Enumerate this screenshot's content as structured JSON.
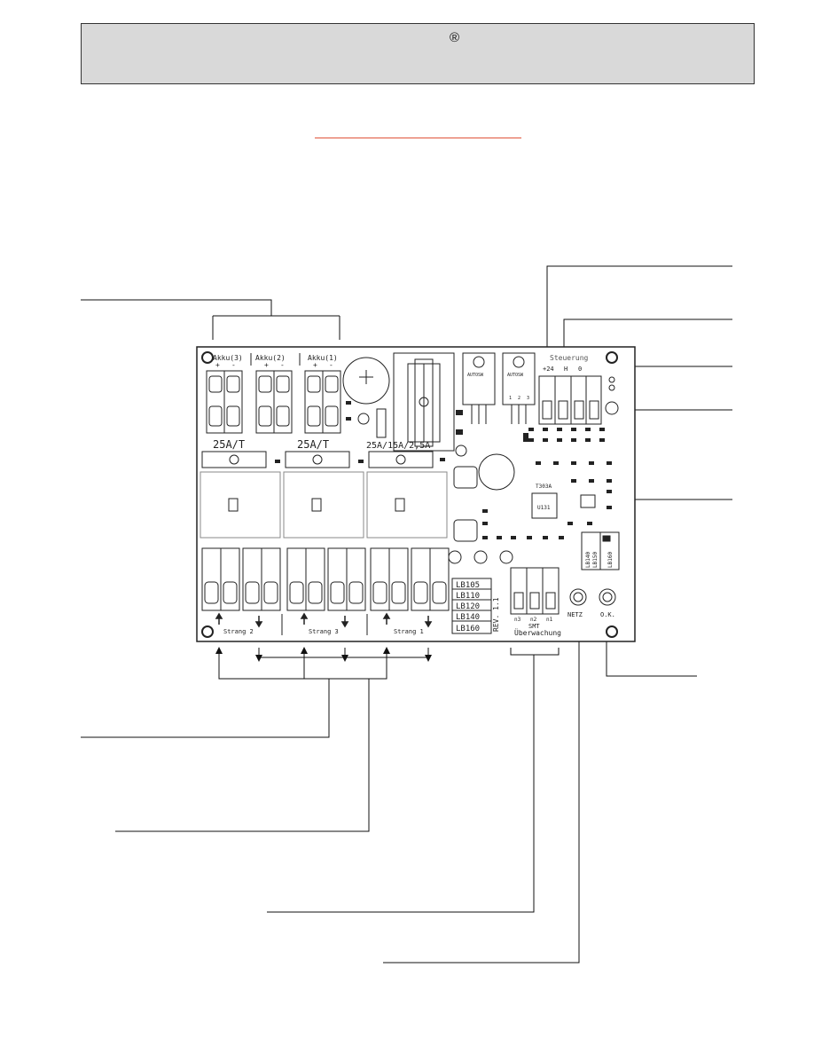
{
  "header": {
    "mark": "®"
  },
  "board": {
    "battery_labels": [
      "Akku(3)",
      "Akku(2)",
      "Akku(1)"
    ],
    "polarity_plus": "+",
    "polarity_minus": "-",
    "fuse_labels": [
      "25A/T",
      "25A/T",
      "25A/15A/2,5A"
    ],
    "steuerung_label": "Steuerung",
    "steuerung_pins": [
      "+24",
      "H",
      "0"
    ],
    "transistor_label": "AUTOSW",
    "transistor_pins": [
      "1",
      "2",
      "3"
    ],
    "chip_labels": [
      "T303A",
      "U131"
    ],
    "lb_codes": [
      "LB105",
      "LB110",
      "LB120",
      "LB140",
      "LB160"
    ],
    "revision": "REV. 1.1",
    "jumper_labels": [
      "LB140",
      "LB150",
      "LB160"
    ],
    "smt_pins": [
      "n3",
      "n2",
      "n1"
    ],
    "smt_label": "SMT",
    "ueberwachung_label": "Überwachung",
    "led_netz": "NETZ",
    "led_ok": "O.K.",
    "strang_labels": [
      "Strang 2",
      "Strang 3",
      "Strang 1"
    ]
  }
}
